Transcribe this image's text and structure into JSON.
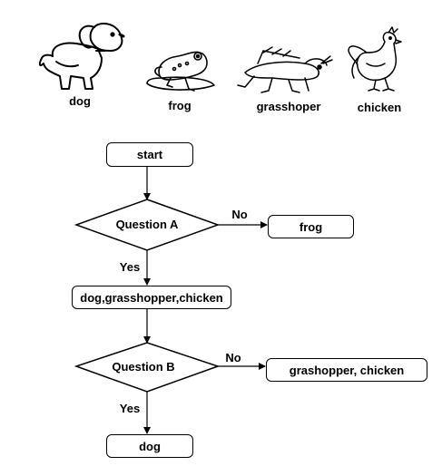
{
  "animals": [
    {
      "name": "dog",
      "icon": "dog-icon"
    },
    {
      "name": "frog",
      "icon": "frog-icon"
    },
    {
      "name": "grasshoper",
      "icon": "grasshopper-icon"
    },
    {
      "name": "chicken",
      "icon": "chicken-icon"
    }
  ],
  "flow": {
    "start": "start",
    "question_a": "Question A",
    "no_a": "No",
    "result_a_no": "frog",
    "yes_a": "Yes",
    "group_after_a": "dog,grasshopper,chicken",
    "question_b": "Question B",
    "no_b": "No",
    "result_b_no": "grashopper, chicken",
    "yes_b": "Yes",
    "result_b_yes": "dog"
  }
}
